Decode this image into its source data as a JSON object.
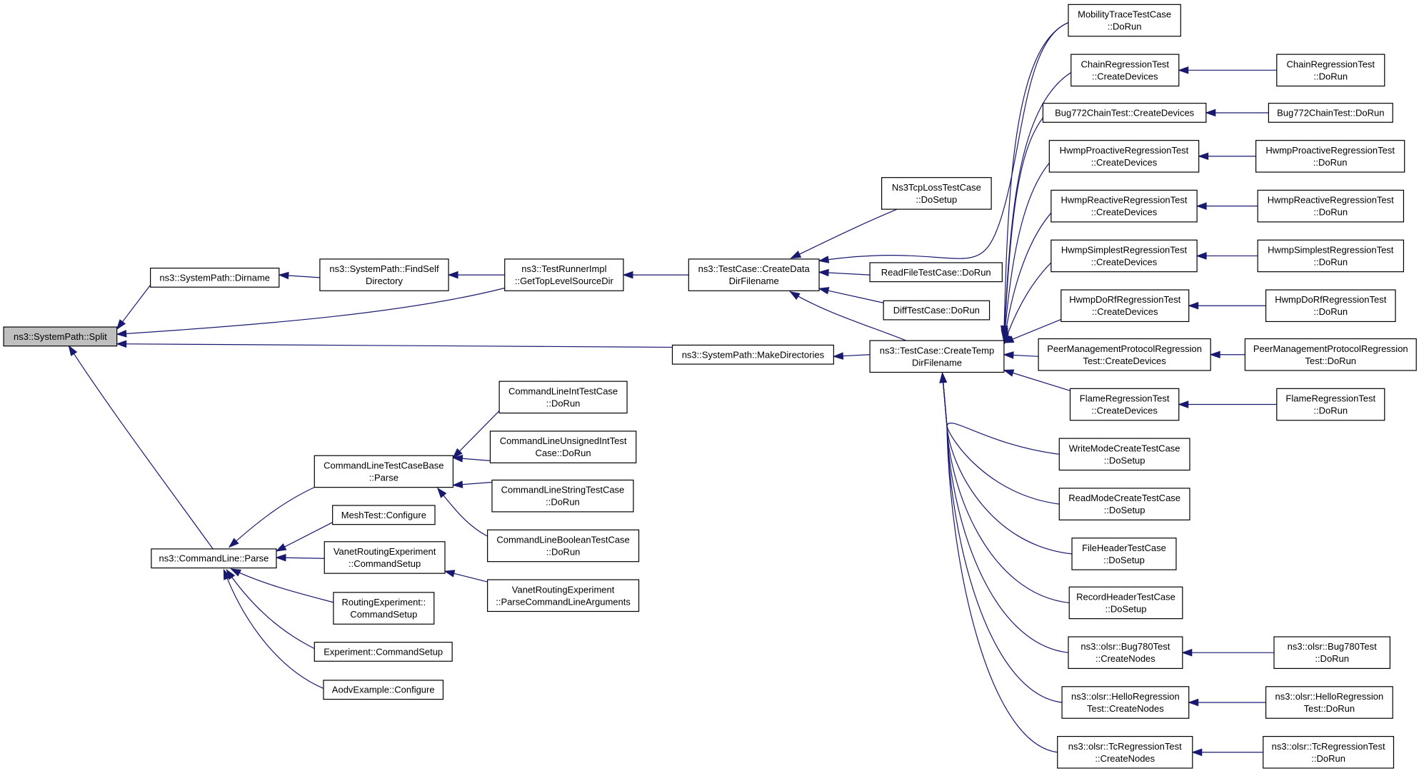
{
  "graph": {
    "nodes": [
      {
        "id": "split",
        "lines": [
          "ns3::SystemPath::Split"
        ]
      },
      {
        "id": "dirname",
        "lines": [
          "ns3::SystemPath::Dirname"
        ]
      },
      {
        "id": "findself",
        "lines": [
          "ns3::SystemPath::FindSelf",
          "Directory"
        ]
      },
      {
        "id": "gettop",
        "lines": [
          "ns3::TestRunnerImpl",
          "::GetTopLevelSourceDir"
        ]
      },
      {
        "id": "createdata",
        "lines": [
          "ns3::TestCase::CreateData",
          "DirFilename"
        ]
      },
      {
        "id": "makedirs",
        "lines": [
          "ns3::SystemPath::MakeDirectories"
        ]
      },
      {
        "id": "createtemp",
        "lines": [
          "ns3::TestCase::CreateTemp",
          "DirFilename"
        ]
      },
      {
        "id": "cmdparse",
        "lines": [
          "ns3::CommandLine::Parse"
        ]
      },
      {
        "id": "cltcbparse",
        "lines": [
          "CommandLineTestCaseBase",
          "::Parse"
        ]
      },
      {
        "id": "meshcfg",
        "lines": [
          "MeshTest::Configure"
        ]
      },
      {
        "id": "vanetcmd",
        "lines": [
          "VanetRoutingExperiment",
          "::CommandSetup"
        ]
      },
      {
        "id": "routingcmd",
        "lines": [
          "RoutingExperiment::",
          "CommandSetup"
        ]
      },
      {
        "id": "expcmd",
        "lines": [
          "Experiment::CommandSetup"
        ]
      },
      {
        "id": "aodvcfg",
        "lines": [
          "AodvExample::Configure"
        ]
      },
      {
        "id": "clint",
        "lines": [
          "CommandLineIntTestCase",
          "::DoRun"
        ]
      },
      {
        "id": "cluint",
        "lines": [
          "CommandLineUnsignedIntTest",
          "Case::DoRun"
        ]
      },
      {
        "id": "clstr",
        "lines": [
          "CommandLineStringTestCase",
          "::DoRun"
        ]
      },
      {
        "id": "clbool",
        "lines": [
          "CommandLineBooleanTestCase",
          "::DoRun"
        ]
      },
      {
        "id": "vanetparse",
        "lines": [
          "VanetRoutingExperiment",
          "::ParseCommandLineArguments"
        ]
      },
      {
        "id": "ns3tcp",
        "lines": [
          "Ns3TcpLossTestCase",
          "::DoSetup"
        ]
      },
      {
        "id": "readfile",
        "lines": [
          "ReadFileTestCase::DoRun"
        ]
      },
      {
        "id": "difftc",
        "lines": [
          "DiffTestCase::DoRun"
        ]
      },
      {
        "id": "mobility",
        "lines": [
          "MobilityTraceTestCase",
          "::DoRun"
        ]
      },
      {
        "id": "chaincd",
        "lines": [
          "ChainRegressionTest",
          "::CreateDevices"
        ]
      },
      {
        "id": "bug772cd",
        "lines": [
          "Bug772ChainTest::CreateDevices"
        ]
      },
      {
        "id": "hwmppcd",
        "lines": [
          "HwmpProactiveRegressionTest",
          "::CreateDevices"
        ]
      },
      {
        "id": "hwmprcd",
        "lines": [
          "HwmpReactiveRegressionTest",
          "::CreateDevices"
        ]
      },
      {
        "id": "hwmpscd",
        "lines": [
          "HwmpSimplestRegressionTest",
          "::CreateDevices"
        ]
      },
      {
        "id": "hwmpdcd",
        "lines": [
          "HwmpDoRfRegressionTest",
          "::CreateDevices"
        ]
      },
      {
        "id": "peercd",
        "lines": [
          "PeerManagementProtocolRegression",
          "Test::CreateDevices"
        ]
      },
      {
        "id": "flamecd",
        "lines": [
          "FlameRegressionTest",
          "::CreateDevices"
        ]
      },
      {
        "id": "writemode",
        "lines": [
          "WriteModeCreateTestCase",
          "::DoSetup"
        ]
      },
      {
        "id": "readmode",
        "lines": [
          "ReadModeCreateTestCase",
          "::DoSetup"
        ]
      },
      {
        "id": "fileheader",
        "lines": [
          "FileHeaderTestCase",
          "::DoSetup"
        ]
      },
      {
        "id": "recordheader",
        "lines": [
          "RecordHeaderTestCase",
          "::DoSetup"
        ]
      },
      {
        "id": "bug780cn",
        "lines": [
          "ns3::olsr::Bug780Test",
          "::CreateNodes"
        ]
      },
      {
        "id": "hellocn",
        "lines": [
          "ns3::olsr::HelloRegression",
          "Test::CreateNodes"
        ]
      },
      {
        "id": "tccn",
        "lines": [
          "ns3::olsr::TcRegressionTest",
          "::CreateNodes"
        ]
      },
      {
        "id": "chainrun",
        "lines": [
          "ChainRegressionTest",
          "::DoRun"
        ]
      },
      {
        "id": "bug772run",
        "lines": [
          "Bug772ChainTest::DoRun"
        ]
      },
      {
        "id": "hwmpprun",
        "lines": [
          "HwmpProactiveRegressionTest",
          "::DoRun"
        ]
      },
      {
        "id": "hwmprrun",
        "lines": [
          "HwmpReactiveRegressionTest",
          "::DoRun"
        ]
      },
      {
        "id": "hwmpsrun",
        "lines": [
          "HwmpSimplestRegressionTest",
          "::DoRun"
        ]
      },
      {
        "id": "hwmpdrun",
        "lines": [
          "HwmpDoRfRegressionTest",
          "::DoRun"
        ]
      },
      {
        "id": "peerrun",
        "lines": [
          "PeerManagementProtocolRegression",
          "Test::DoRun"
        ]
      },
      {
        "id": "flamerun",
        "lines": [
          "FlameRegressionTest",
          "::DoRun"
        ]
      },
      {
        "id": "bug780run",
        "lines": [
          "ns3::olsr::Bug780Test",
          "::DoRun"
        ]
      },
      {
        "id": "hellorun",
        "lines": [
          "ns3::olsr::HelloRegression",
          "Test::DoRun"
        ]
      },
      {
        "id": "tcrun",
        "lines": [
          "ns3::olsr::TcRegressionTest",
          "::DoRun"
        ]
      }
    ],
    "edges": [
      {
        "from": "dirname",
        "to": "split"
      },
      {
        "from": "gettop",
        "to": "split"
      },
      {
        "from": "makedirs",
        "to": "split"
      },
      {
        "from": "cmdparse",
        "to": "split"
      },
      {
        "from": "findself",
        "to": "dirname"
      },
      {
        "from": "gettop",
        "to": "findself"
      },
      {
        "from": "createdata",
        "to": "gettop"
      },
      {
        "from": "ns3tcp",
        "to": "createdata"
      },
      {
        "from": "mobility",
        "to": "createdata"
      },
      {
        "from": "readfile",
        "to": "createdata"
      },
      {
        "from": "difftc",
        "to": "createdata"
      },
      {
        "from": "createtemp",
        "to": "createdata"
      },
      {
        "from": "createtemp",
        "to": "makedirs"
      },
      {
        "from": "mobility",
        "to": "createtemp"
      },
      {
        "from": "chaincd",
        "to": "createtemp"
      },
      {
        "from": "bug772cd",
        "to": "createtemp"
      },
      {
        "from": "hwmppcd",
        "to": "createtemp"
      },
      {
        "from": "hwmprcd",
        "to": "createtemp"
      },
      {
        "from": "hwmpscd",
        "to": "createtemp"
      },
      {
        "from": "hwmpdcd",
        "to": "createtemp"
      },
      {
        "from": "peercd",
        "to": "createtemp"
      },
      {
        "from": "flamecd",
        "to": "createtemp"
      },
      {
        "from": "writemode",
        "to": "createtemp"
      },
      {
        "from": "readmode",
        "to": "createtemp"
      },
      {
        "from": "fileheader",
        "to": "createtemp"
      },
      {
        "from": "recordheader",
        "to": "createtemp"
      },
      {
        "from": "bug780cn",
        "to": "createtemp"
      },
      {
        "from": "hellocn",
        "to": "createtemp"
      },
      {
        "from": "tccn",
        "to": "createtemp"
      },
      {
        "from": "chainrun",
        "to": "chaincd"
      },
      {
        "from": "bug772run",
        "to": "bug772cd"
      },
      {
        "from": "hwmpprun",
        "to": "hwmppcd"
      },
      {
        "from": "hwmprrun",
        "to": "hwmprcd"
      },
      {
        "from": "hwmpsrun",
        "to": "hwmpscd"
      },
      {
        "from": "hwmpdrun",
        "to": "hwmpdcd"
      },
      {
        "from": "peerrun",
        "to": "peercd"
      },
      {
        "from": "flamerun",
        "to": "flamecd"
      },
      {
        "from": "bug780run",
        "to": "bug780cn"
      },
      {
        "from": "hellorun",
        "to": "hellocn"
      },
      {
        "from": "tcrun",
        "to": "tccn"
      },
      {
        "from": "cltcbparse",
        "to": "cmdparse"
      },
      {
        "from": "meshcfg",
        "to": "cmdparse"
      },
      {
        "from": "vanetcmd",
        "to": "cmdparse"
      },
      {
        "from": "routingcmd",
        "to": "cmdparse"
      },
      {
        "from": "expcmd",
        "to": "cmdparse"
      },
      {
        "from": "aodvcfg",
        "to": "cmdparse"
      },
      {
        "from": "clint",
        "to": "cltcbparse"
      },
      {
        "from": "cluint",
        "to": "cltcbparse"
      },
      {
        "from": "clstr",
        "to": "cltcbparse"
      },
      {
        "from": "clbool",
        "to": "cltcbparse"
      },
      {
        "from": "vanetparse",
        "to": "vanetcmd"
      }
    ]
  }
}
